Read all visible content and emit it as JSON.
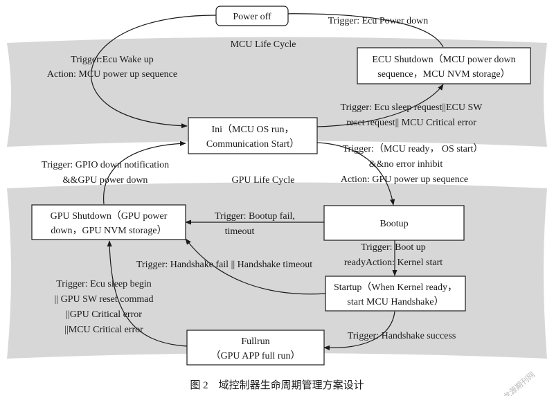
{
  "regions": {
    "mcu_title": "MCU Life Cycle",
    "gpu_title": "GPU Life Cycle"
  },
  "states": {
    "power_off": [
      "Power off"
    ],
    "ecu_shutdown": [
      "ECU Shutdown（MCU power down",
      "sequence，MCU NVM storage）"
    ],
    "ini": [
      "Ini（MCU OS run，",
      "Communication Start）"
    ],
    "gpu_shutdown": [
      "GPU Shutdown（GPU power",
      "down，GPU NVM storage）"
    ],
    "bootup": [
      "Bootup"
    ],
    "startup": [
      "Startup（When Kernel ready，",
      "start MCU Handshake）"
    ],
    "fullrun": [
      "Fullrun",
      "（GPU APP full run）"
    ]
  },
  "transitions": {
    "ecu_power_down": [
      "Trigger: Ecu Power down"
    ],
    "wake_up": [
      "Trigger:Ecu Wake up",
      "Action: MCU power up sequence"
    ],
    "sleep_request": [
      "Trigger: Ecu sleep request||ECU SW",
      "reset request|| MCU Critical error"
    ],
    "mcu_ready": [
      "Trigger:（MCU ready， OS start）",
      "&&no error inhibit",
      "Action: GPU power up sequence"
    ],
    "gpio_down": [
      "Trigger: GPIO down notification",
      "&&GPU power down"
    ],
    "bootup_fail": [
      "Trigger: Bootup fail,",
      "timeout"
    ],
    "boot_up_ready": [
      "Trigger: Boot up",
      "readyAction: Kernel start"
    ],
    "handshake_fail": [
      "Trigger: Handshake fail || Handshake timeout"
    ],
    "sleep_begin": [
      "Trigger: Ecu sleep begin",
      "|| GPU SW reset commad",
      "||GPU Critical error",
      "||MCU Critical error"
    ],
    "handshake_success": [
      "Trigger: Handshake success"
    ]
  },
  "caption": "图 2　域控制器生命周期管理方案设计",
  "watermark": "龙源期刊网"
}
